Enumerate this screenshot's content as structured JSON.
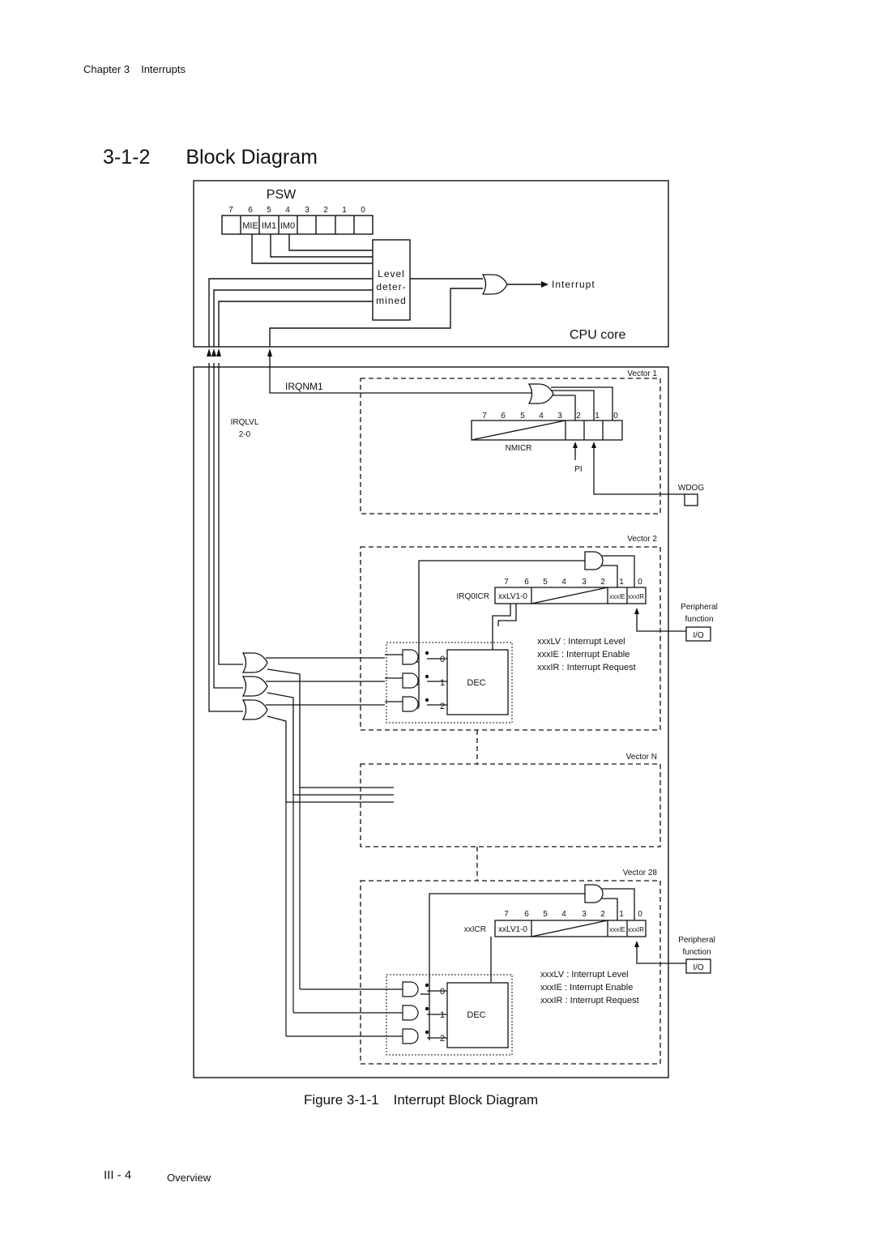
{
  "header": {
    "chapter": "Chapter 3",
    "title": "Interrupts"
  },
  "section": {
    "number": "3-1-2",
    "title": "Block Diagram"
  },
  "diagram": {
    "psw_title": "PSW",
    "bit_numbers": [
      "7",
      "6",
      "5",
      "4",
      "3",
      "2",
      "1",
      "0"
    ],
    "psw_fields": [
      "MIE",
      "IM1",
      "IM0"
    ],
    "level_block": [
      "Level",
      "deter-",
      "mined"
    ],
    "interrupt_output": "Interrupt",
    "cpu_core": "CPU core",
    "irqnm1": "IRQNM1",
    "irqlvl": [
      "IRQLVL",
      "2-0"
    ],
    "vectors": {
      "v1": "Vector 1",
      "v2": "Vector 2",
      "vn": "Vector N",
      "v28": "Vector 28"
    },
    "nmicr": "NMICR",
    "pi": "PI",
    "wdog": "WDOG",
    "irq0icr": "IRQ0ICR",
    "xxicr": "xxICR",
    "lv_field": "xxLV1-0",
    "ie_field": "xxxIE",
    "ir_field": "xxxIR",
    "peripheral": [
      "Peripheral",
      "function"
    ],
    "io": "I/O",
    "legend": [
      "xxxLV : Interrupt Level",
      "xxxIE : Interrupt Enable",
      "xxxIR : Interrupt Request"
    ],
    "dec": "DEC",
    "dec_inputs": [
      "0",
      "1",
      "2"
    ]
  },
  "figure": {
    "number": "Figure 3-1-1",
    "title": "Interrupt Block Diagram"
  },
  "footer": {
    "page": "III - 4",
    "section": "Overview"
  }
}
